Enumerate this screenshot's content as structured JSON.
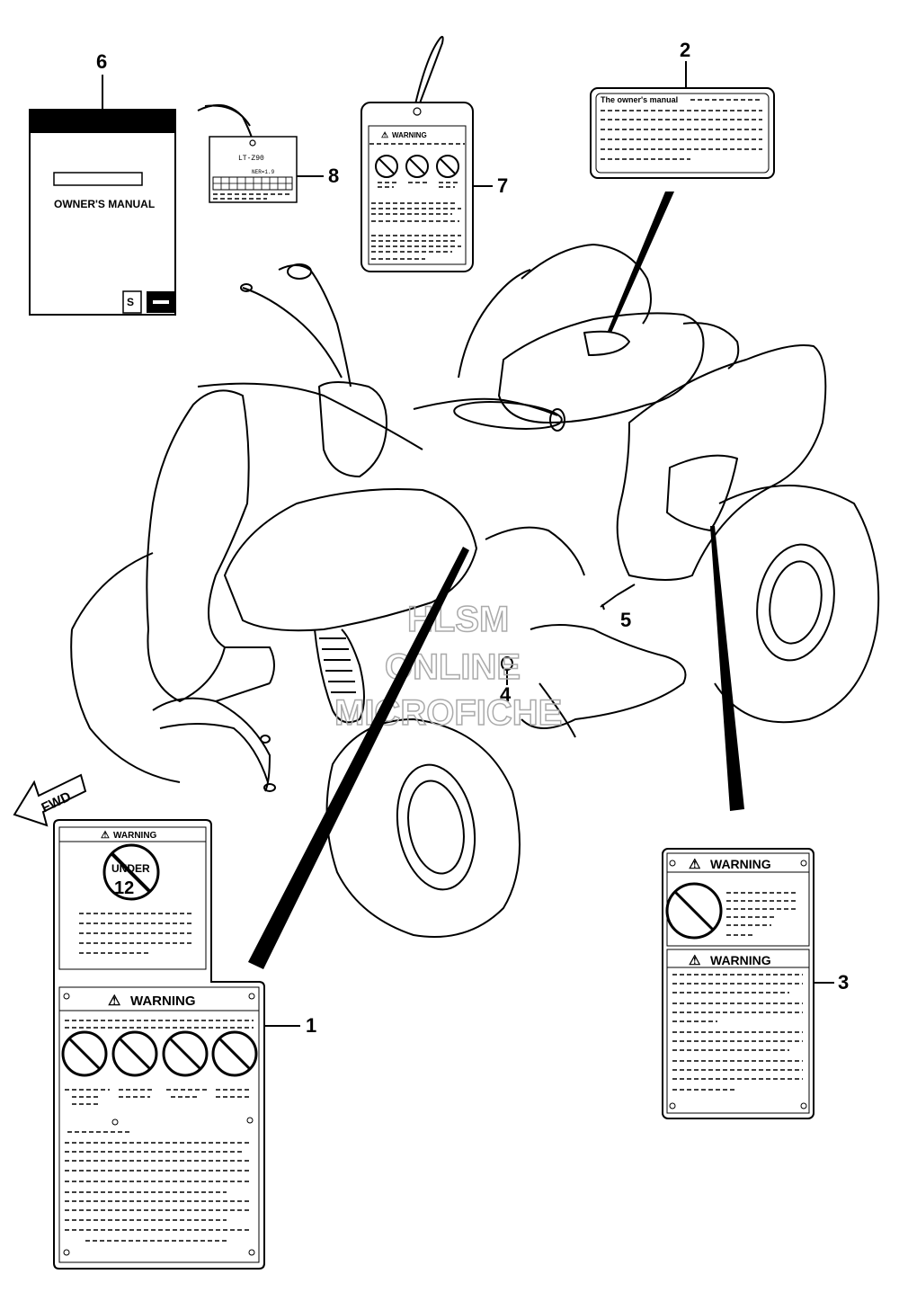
{
  "callouts": {
    "c1": "1",
    "c2": "2",
    "c3": "3",
    "c4": "4",
    "c5": "5",
    "c6": "6",
    "c7": "7",
    "c8": "8"
  },
  "manual": {
    "title": "OWNER'S MANUAL"
  },
  "tag": {
    "model": "LT-Z90",
    "ner": "NER=1.9"
  },
  "label2": {
    "heading": "The owner's manual"
  },
  "warning_text": "WARNING",
  "under12": {
    "top": "UNDER",
    "bottom": "12"
  },
  "fwd": "FWD",
  "watermark": {
    "line1": "HLSM",
    "line2": "ONLINE",
    "line3": "MICROFICHE"
  }
}
